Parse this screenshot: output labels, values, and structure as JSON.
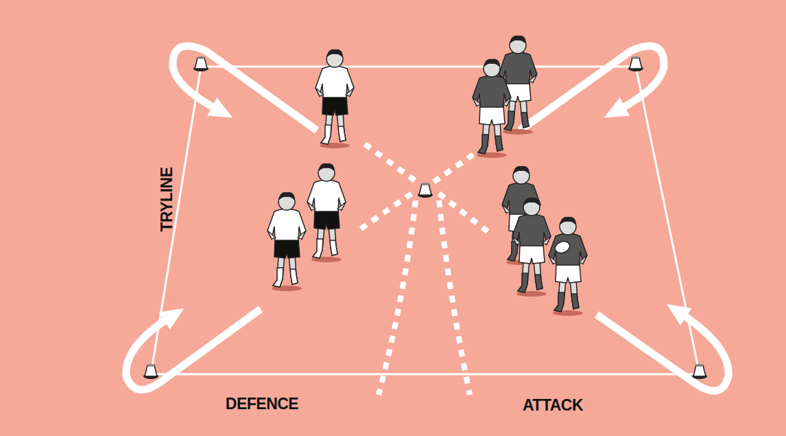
{
  "diagram": {
    "labels": [
      "TRYLINE",
      "DEFENCE",
      "ATTACK"
    ]
  }
}
